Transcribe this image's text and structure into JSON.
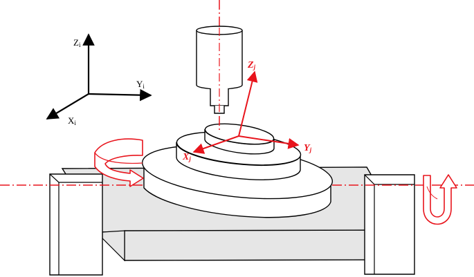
{
  "colors": {
    "accent_red": "#e8141c",
    "outline": "#000000",
    "table_fill": "#e6e6e6",
    "background": "#ffffff"
  },
  "labels": {
    "world_frame": {
      "z": {
        "main": "Z",
        "sub": "i"
      },
      "y": {
        "main": "Y",
        "sub": "i"
      },
      "x": {
        "main": "X",
        "sub": "i"
      }
    },
    "workpiece_frame": {
      "z": {
        "main": "Z",
        "sub": "j"
      },
      "y": {
        "main": "Y",
        "sub": "j"
      },
      "x": {
        "main": "X",
        "sub": "j"
      }
    }
  },
  "icons": {
    "spindle": "cylindrical-tool-spindle",
    "rotation_a": "curved-rotation-arrow",
    "rotation_b": "u-turn-rotation-arrow"
  }
}
